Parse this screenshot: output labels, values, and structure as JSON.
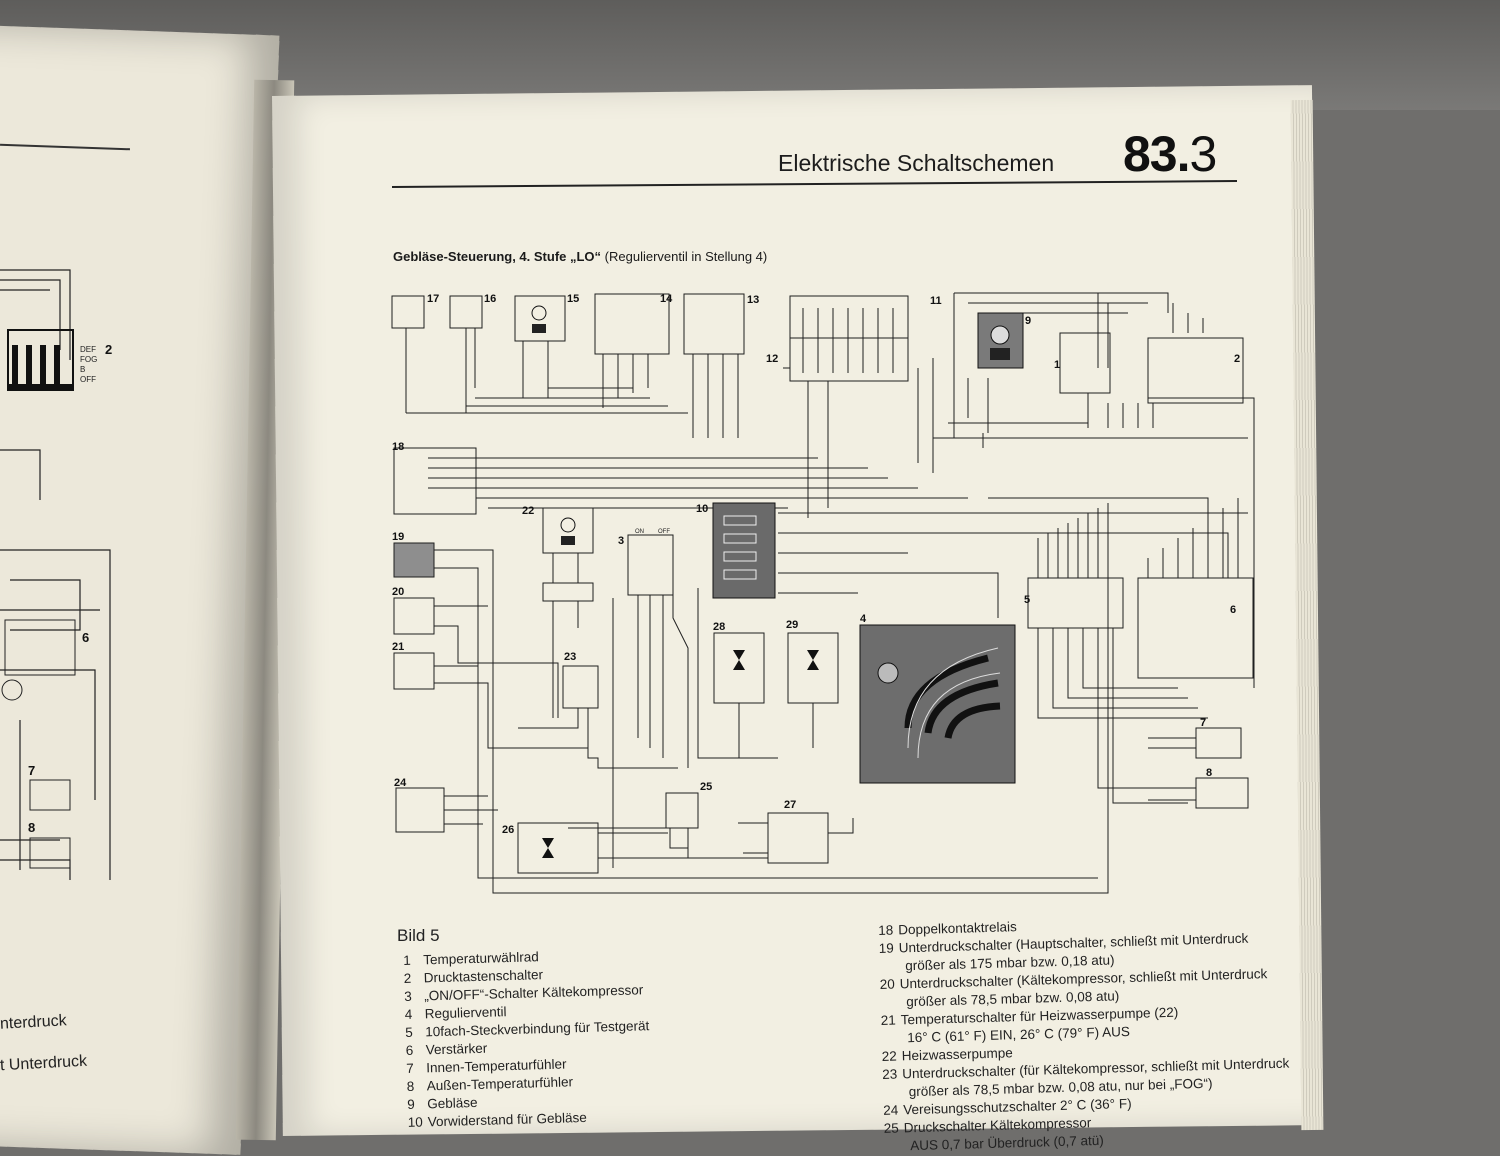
{
  "header": {
    "title": "Elektrische Schaltschemen",
    "number_bold": "83.",
    "number_thin": "3"
  },
  "caption": {
    "bold": "Gebläse-Steuerung, 4. Stufe „LO“",
    "rest": " (Regulierventil in Stellung 4)"
  },
  "figure_label": "Bild 5",
  "legend_left": [
    {
      "n": "1",
      "text": "Temperaturwählrad"
    },
    {
      "n": "2",
      "text": "Drucktastenschalter"
    },
    {
      "n": "3",
      "text": "„ON/OFF“-Schalter Kältekompressor"
    },
    {
      "n": "4",
      "text": "Regulierventil"
    },
    {
      "n": "5",
      "text": "10fach-Steckverbindung für Testgerät"
    },
    {
      "n": "6",
      "text": "Verstärker"
    },
    {
      "n": "7",
      "text": "Innen-Temperaturfühler"
    },
    {
      "n": "8",
      "text": "Außen-Temperaturfühler"
    },
    {
      "n": "9",
      "text": "Gebläse"
    },
    {
      "n": "10",
      "text": "Vorwiderstand für Gebläse"
    }
  ],
  "legend_right": [
    {
      "n": "18",
      "lines": [
        "Doppelkontaktrelais"
      ]
    },
    {
      "n": "19",
      "lines": [
        "Unterdruckschalter (Hauptschalter, schließt mit Unterdruck",
        "größer als 175 mbar bzw. 0,18 atu)"
      ]
    },
    {
      "n": "20",
      "lines": [
        "Unterdruckschalter (Kältekompressor, schließt mit Unterdruck",
        "größer als 78,5 mbar bzw. 0,08 atu)"
      ]
    },
    {
      "n": "21",
      "lines": [
        "Temperaturschalter für Heizwasserpumpe (22)",
        "16° C (61° F) EIN, 26° C (79° F) AUS"
      ]
    },
    {
      "n": "22",
      "lines": [
        "Heizwasserpumpe"
      ]
    },
    {
      "n": "23",
      "lines": [
        "Unterdruckschalter (für Kältekompressor, schließt mit Unterdruck",
        "größer als 78,5 mbar bzw. 0,08 atu, nur bei „FOG“)"
      ]
    },
    {
      "n": "24",
      "lines": [
        "Vereisungsschutzschalter 2° C (36° F)"
      ]
    },
    {
      "n": "25",
      "lines": [
        "Druckschalter Kältekompressor",
        "AUS 0,7 bar Überdruck (0,7 atü)"
      ]
    }
  ],
  "left_page_fragments": [
    "nterdruck",
    "t Unterdruck"
  ],
  "components": {
    "c1": "1",
    "c2": "2",
    "c3": "3",
    "c4": "4",
    "c5": "5",
    "c6": "6",
    "c7": "7",
    "c8": "8",
    "c9": "9",
    "c10": "10",
    "c11": "11",
    "c12": "12",
    "c13": "13",
    "c14": "14",
    "c15": "15",
    "c16": "16",
    "c17": "17",
    "c18": "18",
    "c19": "19",
    "c20": "20",
    "c21": "21",
    "c22": "22",
    "c23": "23",
    "c24": "24",
    "c25": "25",
    "c26": "26",
    "c27": "27",
    "c28": "28",
    "c29": "29"
  },
  "switch3_labels": {
    "on": "ON",
    "off": "OFF"
  },
  "left_switch_labels": [
    "DEF",
    "FOG",
    "B",
    "OFF"
  ],
  "left_page_numbers": {
    "n2": "2",
    "n6": "6",
    "n7": "7",
    "n8": "8"
  }
}
